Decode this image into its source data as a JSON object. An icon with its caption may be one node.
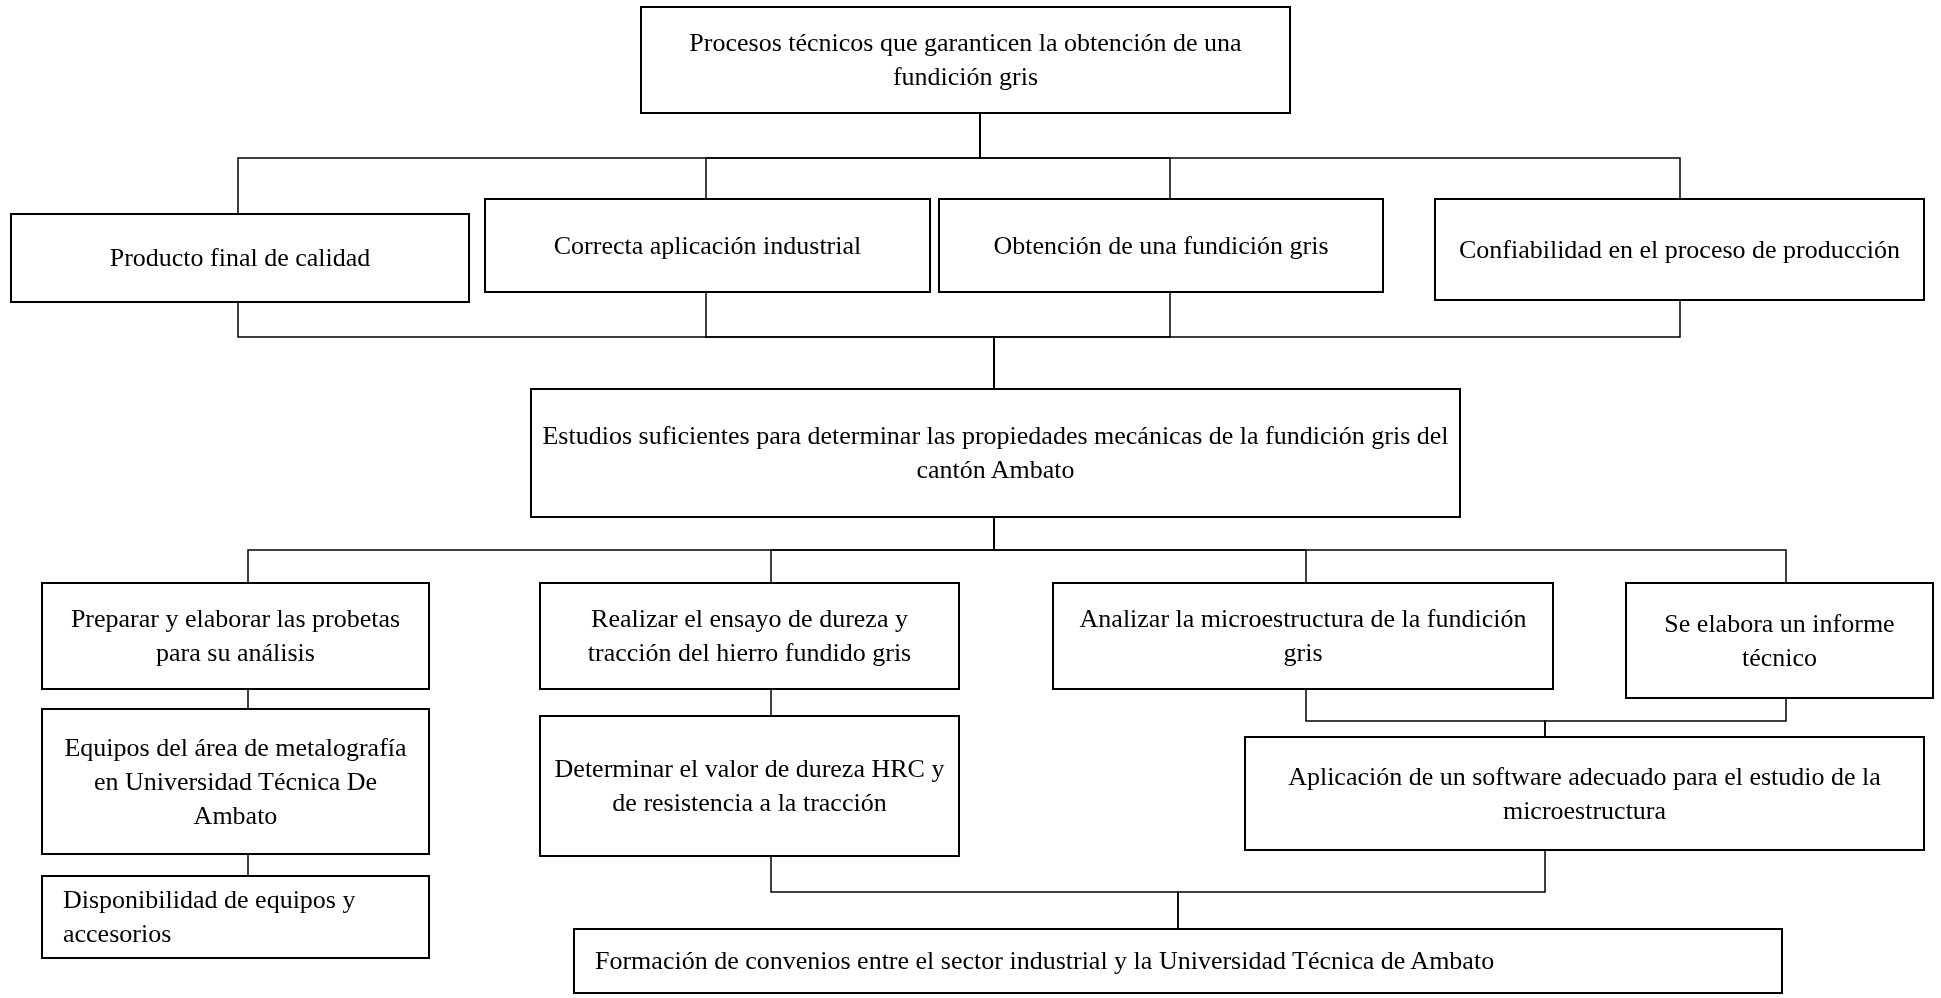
{
  "diagram": {
    "nodes": [
      {
        "text": [
          "Procesos técnicos que garanticen la obtención de una fundición gris"
        ]
      },
      {
        "text": [
          "Producto final de calidad"
        ]
      },
      {
        "text": [
          "Correcta aplicación industrial"
        ]
      },
      {
        "text": [
          "Obtención de una fundición gris"
        ]
      },
      {
        "text": [
          "Confiabilidad en el proceso de producción"
        ]
      },
      {
        "text": [
          "Estudios suficientes para determinar las propiedades mecánicas de la fundición gris del cantón Ambato"
        ]
      },
      {
        "text": [
          "Preparar y elaborar las probetas para su análisis"
        ]
      },
      {
        "text": [
          "Realizar el ensayo de dureza y tracción del hierro fundido gris"
        ]
      },
      {
        "text": [
          "Analizar la microestructura de la fundición gris"
        ]
      },
      {
        "text": [
          "Se elabora un informe técnico"
        ]
      },
      {
        "text": [
          "Equipos del área de metalografía en Universidad Técnica De Ambato"
        ]
      },
      {
        "text": [
          "Disponibilidad de equipos y accesorios"
        ]
      },
      {
        "text": [
          "Determinar el valor de dureza HRC y de resistencia a la tracción"
        ]
      },
      {
        "text": [
          "Aplicación de un software adecuado para el estudio de la microestructura"
        ]
      },
      {
        "text": [
          "Formación de convenios entre el sector industrial y la Universidad Técnica de Ambato"
        ]
      }
    ],
    "edges": [
      {
        "from": 0,
        "to": 1,
        "arrow": "none"
      },
      {
        "from": 0,
        "to": 2,
        "arrow": "none"
      },
      {
        "from": 0,
        "to": 3,
        "arrow": "none"
      },
      {
        "from": 0,
        "to": 4,
        "arrow": "none"
      },
      {
        "from": 1,
        "to": 5,
        "arrow": "none"
      },
      {
        "from": 2,
        "to": 5,
        "arrow": "none"
      },
      {
        "from": 3,
        "to": 5,
        "arrow": "none"
      },
      {
        "from": 4,
        "to": 5,
        "arrow": "none"
      },
      {
        "from": 5,
        "to": 6,
        "arrow": "none"
      },
      {
        "from": 5,
        "to": 7,
        "arrow": "none"
      },
      {
        "from": 5,
        "to": 8,
        "arrow": "none"
      },
      {
        "from": 5,
        "to": 9,
        "arrow": "none"
      },
      {
        "from": 6,
        "to": 10,
        "arrow": "none"
      },
      {
        "from": 10,
        "to": 11,
        "arrow": "none"
      },
      {
        "from": 7,
        "to": 12,
        "arrow": "none"
      },
      {
        "from": 8,
        "to": 13,
        "arrow": "none"
      },
      {
        "from": 9,
        "to": 13,
        "arrow": "none"
      },
      {
        "from": 12,
        "to": 14,
        "arrow": "none"
      },
      {
        "from": 13,
        "to": 14,
        "arrow": "none"
      }
    ]
  }
}
